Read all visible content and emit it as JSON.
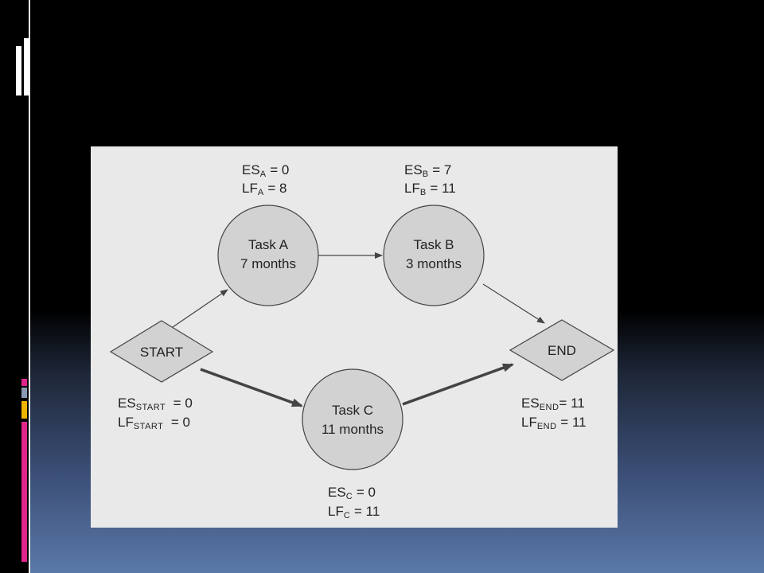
{
  "colors": {
    "deco_pink": "#e0268a",
    "deco_gray": "#8a9ab5",
    "deco_yellow": "#f0b400",
    "figure_bg": "#e9e9e9",
    "node_fill": "#d2d2d2"
  },
  "nodes": {
    "start": {
      "label": "START"
    },
    "end": {
      "label": "END"
    },
    "task_a": {
      "name": "Task A",
      "duration": "7 months"
    },
    "task_b": {
      "name": "Task B",
      "duration": "3 months"
    },
    "task_c": {
      "name": "Task C",
      "duration": "11 months"
    }
  },
  "annotations": {
    "a": {
      "es_base": "ES",
      "es_sub": "A",
      "es_val": " = 0",
      "lf_base": "LF",
      "lf_sub": "A",
      "lf_val": " = 8"
    },
    "b": {
      "es_base": "ES",
      "es_sub": "B",
      "es_val": " = 7",
      "lf_base": "LF",
      "lf_sub": "B",
      "lf_val": " = 11"
    },
    "c": {
      "es_base": "ES",
      "es_sub": "C",
      "es_val": " = 0",
      "lf_base": "LF",
      "lf_sub": "C",
      "lf_val": " = 11"
    },
    "start": {
      "es_base": "ES",
      "es_sub": "START",
      "es_val": "  = 0",
      "lf_base": "LF",
      "lf_sub": "START",
      "lf_val": "  = 0"
    },
    "end": {
      "es_base": "ES",
      "es_sub": "END",
      "es_val": "= 11",
      "lf_base": "LF",
      "lf_sub": "END",
      "lf_val": " = 11"
    }
  }
}
